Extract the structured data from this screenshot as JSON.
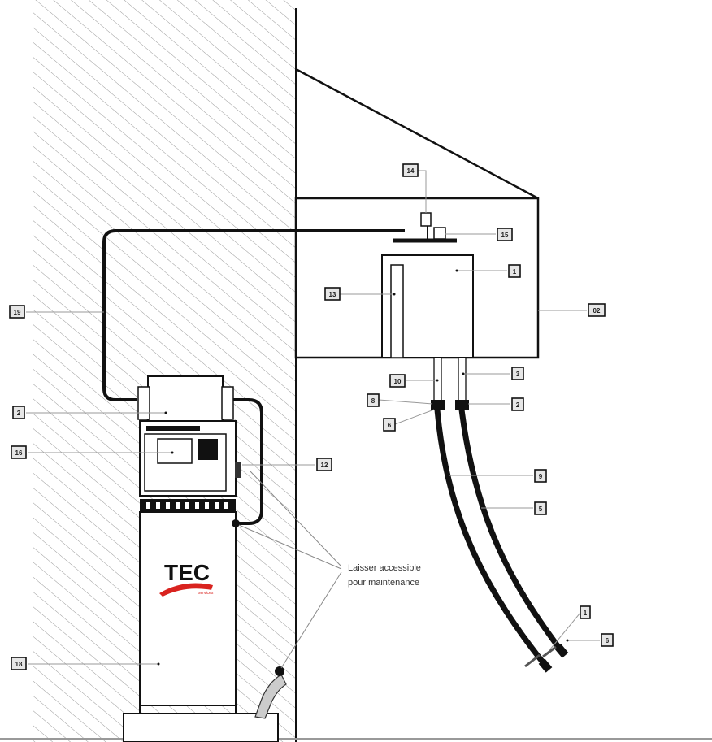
{
  "note": {
    "line1": "Laisser accessible",
    "line2": "pour maintenance"
  },
  "callouts": {
    "wall_hose": "19",
    "dispenser_top": "2",
    "display": "16",
    "dispenser_body": "18",
    "nozzle_holster": "12",
    "sensor_top": "14",
    "pipe_fitting": "15",
    "tank": "1",
    "level_gauge": "13",
    "tank_support": "02",
    "left_pipe": "10",
    "right_pipe": "3",
    "left_valve": "8",
    "left_valve_knob": "6",
    "right_valve": "2",
    "hose_a": "9",
    "hose_b": "5",
    "hose_end_a": "1",
    "hose_end_b": "6"
  },
  "logo": {
    "brand": "TEC",
    "tagline": "services"
  },
  "colors": {
    "line": "#111111",
    "hatch": "#9a9a9a",
    "leader": "#888888",
    "logo_red": "#d9231f"
  }
}
